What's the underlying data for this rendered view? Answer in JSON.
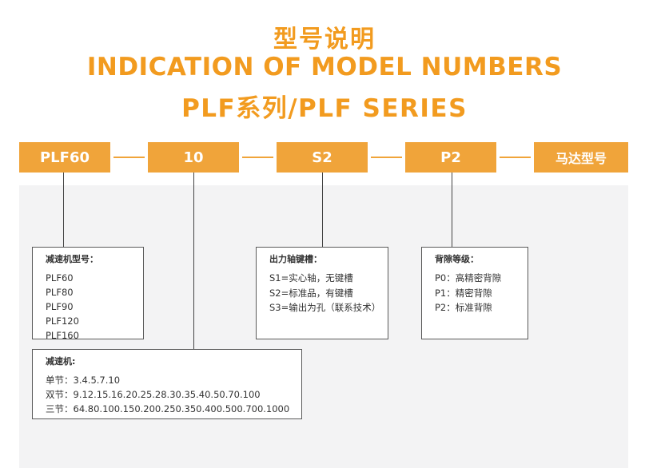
{
  "header": {
    "title_cn": "型号说明",
    "title_en": "INDICATION OF MODEL NUMBERS",
    "series": "PLF系列/PLF SERIES"
  },
  "model_code": {
    "segments": [
      "PLF60",
      "10",
      "S2",
      "P2",
      "马达型号"
    ]
  },
  "cards": {
    "reducer_model": {
      "title": "减速机型号：",
      "items": [
        "PLF60",
        "PLF80",
        "PLF90",
        "PLF120",
        "PLF160"
      ]
    },
    "ratio": {
      "title": "减速机:",
      "items": [
        "单节：3.4.5.7.10",
        "双节：9.12.15.16.20.25.28.30.35.40.50.70.100",
        "三节：64.80.100.150.200.250.350.400.500.700.1000"
      ]
    },
    "shaft": {
      "title": "出力轴键槽：",
      "items": [
        "S1=实心轴，无键槽",
        "S2=标准品，有键槽",
        "S3=输出为孔（联系技术）"
      ]
    },
    "backlash": {
      "title": "背隙等级：",
      "items": [
        "P0：高精密背隙",
        "P1：精密背隙",
        "P2：标准背隙"
      ]
    }
  },
  "colors": {
    "accent": "#f29b1f",
    "box": "#f0a43a",
    "panel": "#f3f3f4"
  }
}
